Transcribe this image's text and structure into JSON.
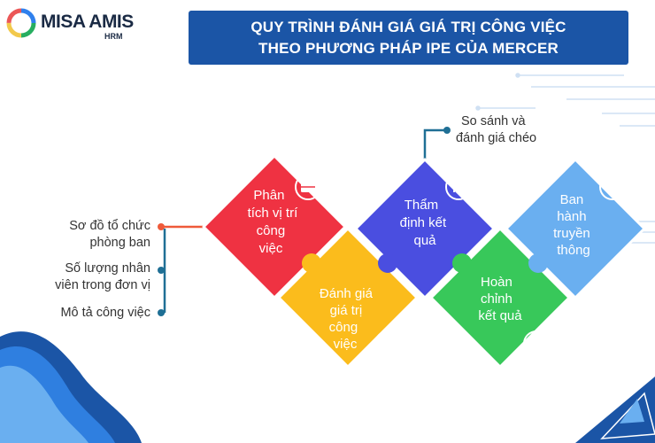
{
  "brand": {
    "name": "MISA AMIS",
    "sub": "HRM"
  },
  "title": {
    "line1": "QUY TRÌNH ĐÁNH GIÁ GIÁ TRỊ CÔNG VIỆC",
    "line2": "THEO PHƯƠNG PHÁP IPE CỦA MERCER"
  },
  "colors": {
    "red": "#ef3242",
    "yellow": "#fbbc1c",
    "purple": "#4a4ee0",
    "green": "#38c85a",
    "blue": "#6aaff0",
    "navy": "#1b55a6"
  },
  "steps": [
    {
      "id": "phan-tich",
      "lines": [
        "Phân",
        "tích vị trí",
        "công",
        "việc"
      ],
      "icon": "briefcase-icon"
    },
    {
      "id": "danh-gia",
      "lines": [
        "Đánh giá",
        "giá trị",
        "công",
        "việc"
      ],
      "icon": "checklist-icon"
    },
    {
      "id": "tham-dinh",
      "lines": [
        "Thẩm",
        "định kết",
        "quả"
      ],
      "icon": "refresh-arrows-icon"
    },
    {
      "id": "hoan-chinh",
      "lines": [
        "Hoàn",
        "chỉnh",
        "kết quả"
      ],
      "icon": "star-icon"
    },
    {
      "id": "ban-hanh",
      "lines": [
        "Ban",
        "hành",
        "truyền",
        "thông"
      ],
      "icon": "megaphone-icon"
    }
  ],
  "annotations": {
    "left": [
      {
        "lines": [
          "Sơ đồ tổ chức",
          "phòng ban"
        ]
      },
      {
        "lines": [
          "Số lượng nhân",
          "viên trong đơn vị"
        ]
      },
      {
        "lines": [
          "Mô tả công việc"
        ]
      }
    ],
    "top": {
      "lines": [
        "So sánh và",
        "đánh giá chéo"
      ]
    }
  }
}
